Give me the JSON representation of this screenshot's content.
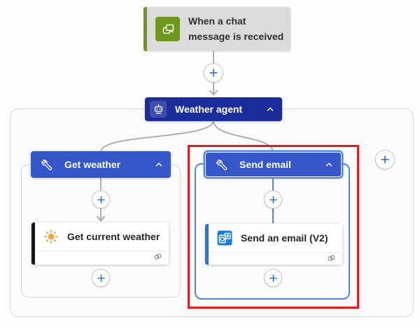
{
  "colors": {
    "trigger_green": "#71961F",
    "trigger_card_bg": "#DBDBDB",
    "agent_header_bg": "#1B2D9B",
    "scope_header_bg": "#3557C9",
    "selected_blue": "#4F86E0",
    "connector_gray": "#A8A8A8",
    "plus_blue": "#2E6BD6",
    "annotation_red": "#E8191D",
    "outlook_blue": "#1A7CD8",
    "sun_orange": "#F2A33C",
    "black_bar": "#161616",
    "action_text": "#242424"
  },
  "trigger": {
    "label": "When a chat message is received",
    "icon": "chat-bubbles-icon"
  },
  "agent": {
    "label": "Weather agent",
    "icon": "robot-icon",
    "collapse_icon": "chevron-up-icon"
  },
  "scopes": {
    "get_weather": {
      "label": "Get weather",
      "icon": "wrench-icon",
      "collapse_icon": "chevron-up-icon",
      "selected": false,
      "action": {
        "label": "Get current weather",
        "icon": "sun-icon",
        "status_icon": "connection-icon"
      }
    },
    "send_email": {
      "label": "Send email",
      "icon": "wrench-icon",
      "collapse_icon": "chevron-up-icon",
      "selected": true,
      "highlighted_red": true,
      "action": {
        "label": "Send an email (V2)",
        "icon": "outlook-icon",
        "status_icon": "connection-icon"
      }
    }
  },
  "add_buttons": {
    "icon": "plus-icon",
    "count": 6,
    "locations": [
      "below-trigger",
      "inside-get-weather-top",
      "inside-get-weather-bottom",
      "inside-send-email-top",
      "inside-send-email-bottom",
      "agent-container-right"
    ]
  }
}
